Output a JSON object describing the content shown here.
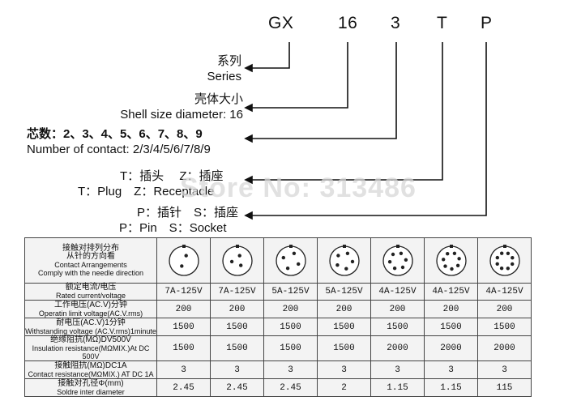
{
  "model_code": {
    "gx": "GX",
    "size": "16",
    "contacts": "3",
    "type": "T",
    "pin": "P"
  },
  "labels": {
    "series": {
      "zh": "系列",
      "en": "Series"
    },
    "shell": {
      "zh": "壳体大小",
      "en": "Shell size diameter: 16"
    },
    "contacts": {
      "zh": "芯数：2、3、4、5、6、7、8、9",
      "en": "Number of contact: 2/3/4/5/6/7/8/9"
    },
    "type": {
      "zh": "T：插头　 Z：插座",
      "en": "T：Plug　Z：Receptacle"
    },
    "pin": {
      "zh": "P：插针　S：插座",
      "en": "P：Pin　S：Socket"
    }
  },
  "watermark": "Store No: 313486",
  "table": {
    "rows": [
      {
        "zh": "接触对排列分布\n从针的方向看",
        "en": "Contact Arrangements\nComply with the needle direction",
        "values": []
      },
      {
        "zh": "额定电流/电压",
        "en": "Rated current/voltage",
        "values": [
          "7A-125V",
          "7A-125V",
          "5A-125V",
          "5A-125V",
          "4A-125V",
          "4A-125V",
          "4A-125V"
        ]
      },
      {
        "zh": "工作电压(AC.V)分钟",
        "en": "Operatin limit voltage(AC.V.rms)",
        "values": [
          "200",
          "200",
          "200",
          "200",
          "200",
          "200",
          "200"
        ]
      },
      {
        "zh": "耐电压(AC.V)1分钟",
        "en": "Withstanding voltage (AC.V.rms)1minute",
        "values": [
          "1500",
          "1500",
          "1500",
          "1500",
          "1500",
          "1500",
          "1500"
        ]
      },
      {
        "zh": "绝缘阻抗(MΩ)DV500V",
        "en": "Insulation resistance(MΩMIX.)At DC 500V",
        "values": [
          "1500",
          "1500",
          "1500",
          "1500",
          "2000",
          "2000",
          "2000"
        ]
      },
      {
        "zh": "接触阻抗(MΩ)DC1A",
        "en": "Contact resistance(MΩMIX.) AT DC 1A",
        "values": [
          "3",
          "3",
          "3",
          "3",
          "3",
          "3",
          "3"
        ]
      },
      {
        "zh": "接触对孔径Φ(mm)",
        "en": "Soldre inter diameter",
        "values": [
          "2.45",
          "2.45",
          "2.45",
          "2",
          "1.15",
          "1.15",
          "115"
        ]
      }
    ],
    "pin_counts": [
      2,
      3,
      4,
      5,
      6,
      7,
      8
    ]
  }
}
